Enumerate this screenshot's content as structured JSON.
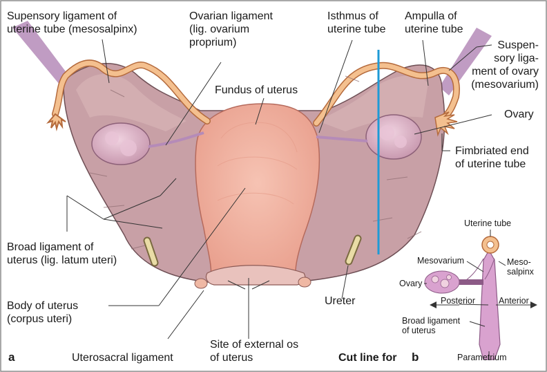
{
  "panel_a": {
    "letter": "a",
    "labels": {
      "suspensory_tube": "Supensory ligament of\nuterine tube (mesosalpinx)",
      "ovarian_ligament": "Ovarian ligament\n(lig. ovarium\nproprium)",
      "isthmus": "Isthmus of\nuterine tube",
      "ampulla": "Ampulla of\nuterine tube",
      "suspensory_ovary": "Suspen-\nsory liga-\nment of ovary\n(mesovarium)",
      "fundus": "Fundus of uterus",
      "ovary": "Ovary",
      "fimbriated": "Fimbriated end\nof uterine tube",
      "broad_ligament": "Broad ligament of\nuterus (lig. latum uteri)",
      "body": "Body of uterus\n(corpus uteri)",
      "ureter": "Ureter",
      "uterosacral": "Uterosacral ligament",
      "external_os": "Site of external os\nof uterus",
      "cut_line": "Cut line for"
    }
  },
  "panel_b": {
    "letter": "b",
    "labels": {
      "uterine_tube": "Uterine tube",
      "mesovarium": "Mesovarium",
      "mesosalpinx": "Meso-\nsalpinx",
      "ovary": "Ovary",
      "posterior": "Posterior",
      "anterior": "Anterior",
      "broad_ligament": "Broad ligament\nof uterus",
      "parametrium": "Parametrium"
    }
  },
  "colors": {
    "border": "#8c8c8c",
    "ligament": "#caa7ac",
    "uterus": "#f2b6a6",
    "tube": "#f4c08f",
    "ovary": "#dcb2c4",
    "cut_line": "#1e9ad6",
    "leader": "#333333"
  }
}
